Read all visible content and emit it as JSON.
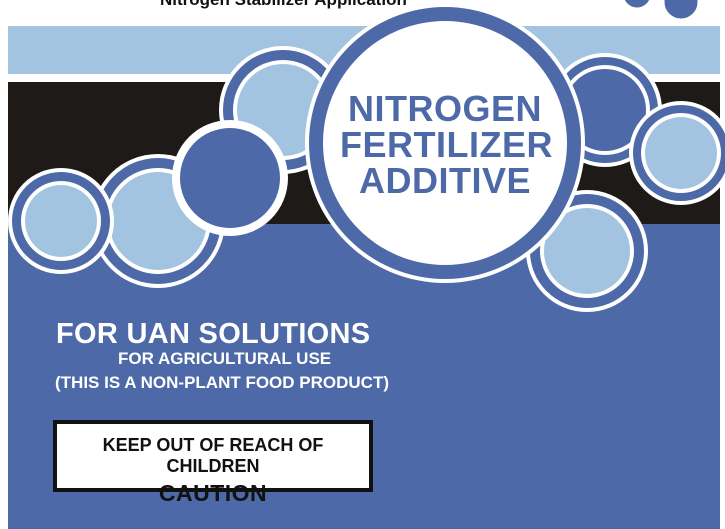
{
  "header": {
    "partial_text": "Nitrogen Stabilizer Application"
  },
  "product": {
    "title_lines": [
      "NITROGEN",
      "FERTILIZER",
      "ADDITIVE"
    ],
    "headline": "FOR UAN SOLUTIONS",
    "subtitle1": "FOR AGRICULTURAL USE",
    "subtitle2": "(THIS IS A NON-PLANT FOOD PRODUCT)"
  },
  "warning": {
    "line1": "KEEP OUT OF REACH OF CHILDREN",
    "line2": "CAUTION"
  },
  "colors": {
    "light_blue": "#a3c4e0",
    "dark_band": "#1d1a17",
    "brand_blue": "#4d69a7",
    "white": "#ffffff"
  }
}
